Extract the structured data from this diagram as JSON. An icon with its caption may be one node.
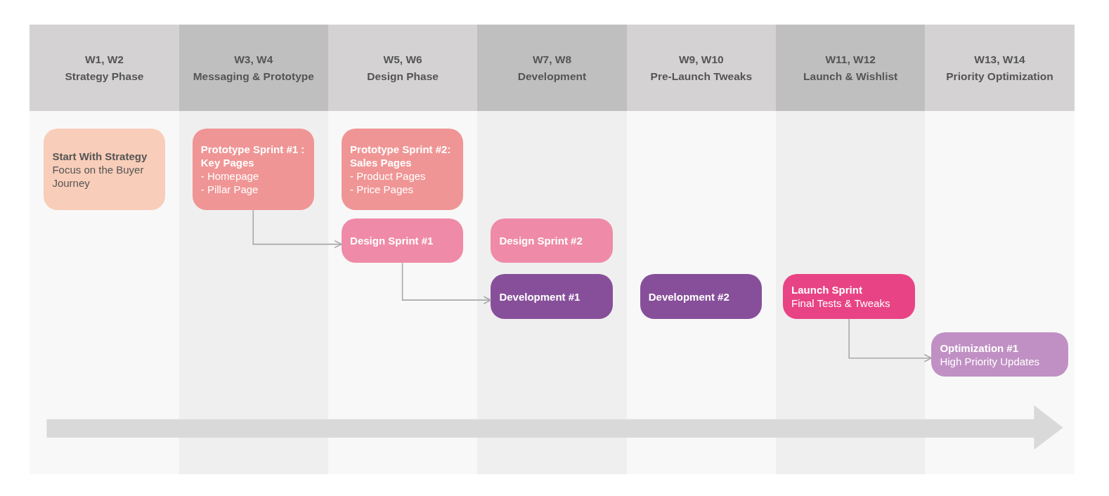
{
  "diagram": {
    "nodes": [
      {
        "text": [
          "W1, W2",
          "Strategy Phase"
        ]
      },
      {
        "text": [
          "W3, W4",
          "Messaging & Prototype"
        ]
      },
      {
        "text": [
          "W5, W6",
          "Design Phase"
        ]
      },
      {
        "text": [
          "W7, W8",
          "Development"
        ]
      },
      {
        "text": [
          "W9, W10",
          "Pre-Launch Tweaks"
        ]
      },
      {
        "text": [
          "W11, W12",
          "Launch & Wishlist"
        ]
      },
      {
        "text": [
          "W13, W14",
          "Priority Optimization"
        ]
      },
      {
        "text": [
          "Start With Strategy",
          "Focus on the Buyer Journey"
        ],
        "in": 0
      },
      {
        "text": [
          "Prototype Sprint #1 : Key Pages",
          "- Homepage",
          "- Pillar Page"
        ],
        "in": 1
      },
      {
        "text": [
          "Prototype Sprint #2: Sales Pages",
          "- Product Pages",
          "- Price Pages"
        ],
        "in": 2
      },
      {
        "text": [
          "Design Sprint #1"
        ],
        "in": 2
      },
      {
        "text": [
          "Design Sprint #2"
        ],
        "in": 3
      },
      {
        "text": [
          "Development #1"
        ],
        "in": 3
      },
      {
        "text": [
          "Development #2"
        ],
        "in": 4
      },
      {
        "text": [
          "Launch Sprint",
          "Final Tests & Tweaks"
        ],
        "in": 5
      },
      {
        "text": [
          "Optimization #1",
          "High Priority Updates"
        ],
        "in": 6
      }
    ],
    "edges": [
      {
        "from": 8,
        "to": 10,
        "arrow": "to"
      },
      {
        "from": 10,
        "to": 12,
        "arrow": "to"
      },
      {
        "from": 14,
        "to": 15,
        "arrow": "to"
      }
    ]
  }
}
